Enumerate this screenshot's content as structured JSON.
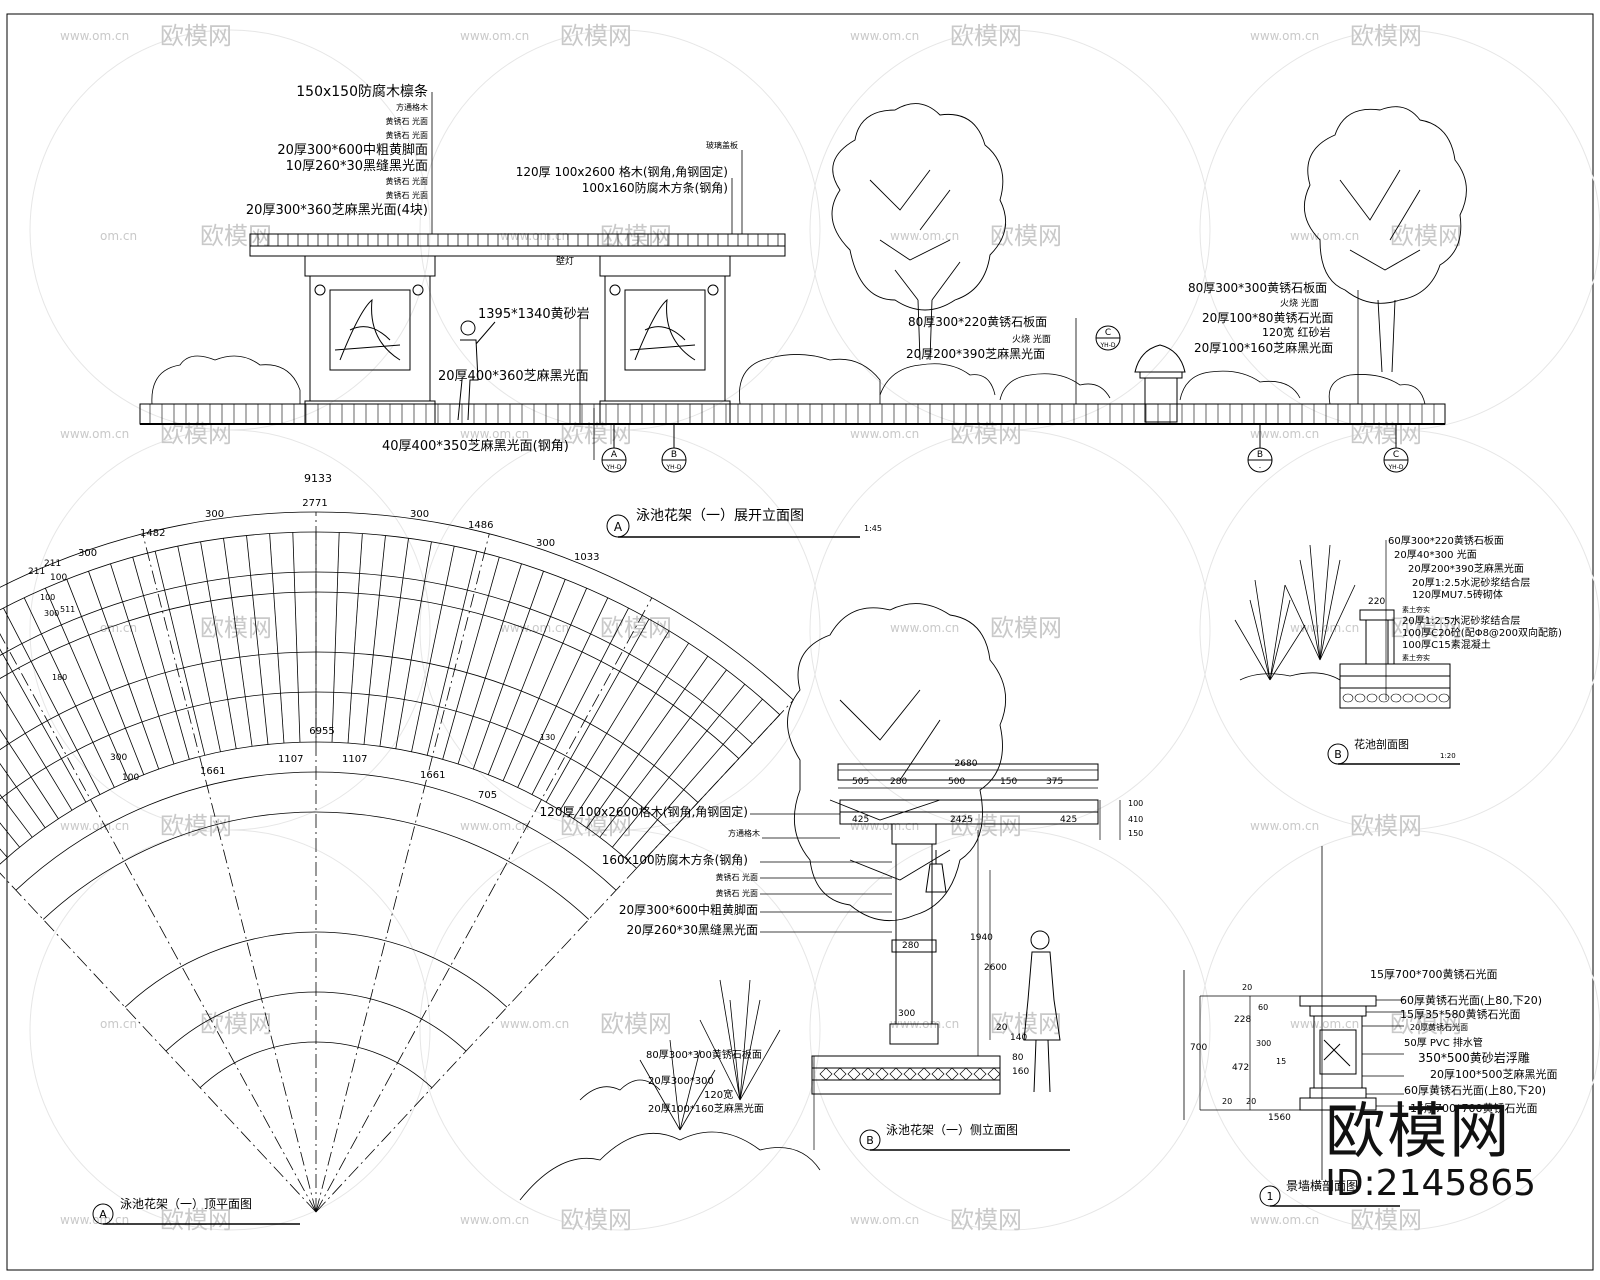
{
  "watermark": {
    "brand": "欧模网",
    "site": "www.om.cn",
    "site_short": "om.cn",
    "id_text": "ID:2145865"
  },
  "elevation_a": {
    "caption_letter": "A",
    "caption": "泳池花架（一）展开立面图",
    "scale": "1:45",
    "leaders_left": [
      "150x150防腐木檩条",
      "方通格木",
      "黄锈石 光面",
      "黄锈石 光面",
      "20厚300*600中粗黄脚面",
      "10厚260*30黑缝黑光面",
      "黄锈石 光面",
      "黄锈石 光面",
      "20厚300*360芝麻黑光面(4块)"
    ],
    "leaders_mid": [
      "玻璃盖板",
      "120厚 100x2600 格木(钢角,角钢固定)",
      "100x160防腐木方条(钢角)"
    ],
    "lamp_label": "壁灯",
    "mural_label": "1395*1340黄砂岩",
    "base_label": "20厚400*360芝麻黑光面",
    "footing_label": "40厚400*350芝麻黑光面(钢角)",
    "planter_left": [
      "80厚300*220黄锈石板面",
      "火烧 光面",
      "20厚200*390芝麻黑光面"
    ],
    "planter_right": [
      "80厚300*300黄锈石板面",
      "火烧 光面",
      "20厚100*80黄锈石光面",
      "120宽 红砂岩",
      "20厚100*160芝麻黑光面"
    ],
    "section_marks": [
      {
        "letter": "A",
        "sheet": "YH-D"
      },
      {
        "letter": "B",
        "sheet": "YH-D"
      },
      {
        "letter": "C",
        "sheet": "YH-D"
      },
      {
        "letter": "B",
        "sheet": "-"
      },
      {
        "letter": "C",
        "sheet": "YH-D"
      }
    ]
  },
  "plan_a": {
    "caption_letter": "A",
    "caption": "泳池花架（一）顶平面图",
    "outer_dims": [
      "9133"
    ],
    "top_dims": [
      "211",
      "211",
      "100",
      "300",
      "1482",
      "300",
      "2771",
      "300",
      "1486",
      "300",
      "1033"
    ],
    "side_dims": [
      "100",
      "300",
      "180",
      "511",
      "130"
    ],
    "inner_dims": [
      "6955"
    ],
    "bottom_dims": [
      "100",
      "300",
      "1661",
      "1107",
      "1107",
      "1661",
      "705"
    ]
  },
  "elevation_b": {
    "caption_letter": "B",
    "caption": "泳池花架（一）侧立面图",
    "leaders": [
      "120厚 100x2600格木(钢角,角钢固定)",
      "方通格木",
      "160x100防腐木方条(钢角)",
      "黄锈石 光面",
      "黄锈石 光面",
      "20厚300*600中粗黄脚面",
      "20厚260*30黑缝黑光面"
    ],
    "top_dims": [
      "2680",
      "505",
      "280",
      "500",
      "150",
      "375"
    ],
    "beam_dims": [
      "425",
      "425",
      "2425",
      "100",
      "410",
      "150"
    ],
    "column_dims": [
      "280",
      "300",
      "2600",
      "1940",
      "20",
      "140",
      "160",
      "80"
    ],
    "planter_leaders": [
      "80厚300*300黄锈石板面",
      "20厚300*300",
      "120宽",
      "20厚100*160芝麻黑光面"
    ]
  },
  "section_b": {
    "caption_letter": "B",
    "caption": "花池剖面图",
    "scale": "1:20",
    "dims": [
      "220"
    ],
    "leaders": [
      "60厚300*220黄锈石板面",
      "20厚40*300 光面",
      "20厚200*390芝麻黑光面",
      "20厚1:2.5水泥砂浆结合层",
      "120厚MU7.5砖砌体",
      "素土夯实",
      "20厚1:2.5水泥砂浆结合层",
      "100厚C20砼(配Φ8@200双向配筋)",
      "100厚C15素混凝土",
      "素土夯实"
    ]
  },
  "section_1": {
    "caption_number": "1",
    "caption": "景墙横剖面图",
    "dims": [
      "20",
      "228",
      "700",
      "472",
      "20",
      "20",
      "60",
      "300",
      "15",
      "1560"
    ],
    "leaders": [
      "15厚700*700黄锈石光面",
      "60厚黄锈石光面(上80,下20)",
      "15厚35*580黄锈石光面",
      "20厚黄锈石光面",
      "50厚 PVC 排水管",
      "350*500黄砂岩浮雕",
      "20厚100*500芝麻黑光面",
      "60厚黄锈石光面(上80,下20)",
      "15厚700*700黄锈石光面"
    ]
  }
}
